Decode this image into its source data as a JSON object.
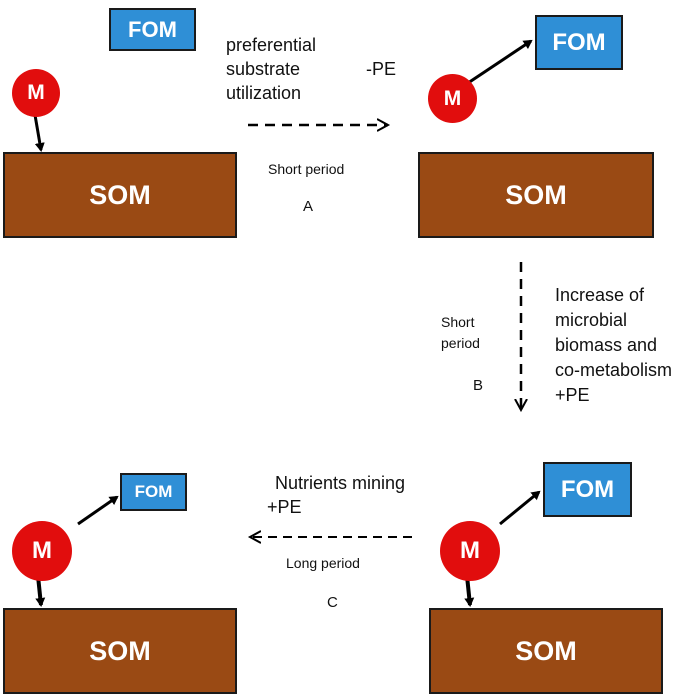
{
  "labels": {
    "som": "SOM",
    "fom": "FOM",
    "microbe": "M"
  },
  "panel_a": {
    "lines": [
      "preferential",
      "substrate",
      "utilization"
    ],
    "effect": "-PE",
    "period": "Short period",
    "letter": "A"
  },
  "panel_b": {
    "period_lines": [
      "Short",
      "period"
    ],
    "lines": [
      "Increase of",
      "microbial",
      "biomass and",
      "co-metabolism",
      "+PE"
    ],
    "letter": "B"
  },
  "panel_c": {
    "lines": [
      "Nutrients mining",
      "+PE"
    ],
    "period": "Long period",
    "letter": "C"
  },
  "colors": {
    "som": "#9a4a14",
    "fom": "#2f8fd6",
    "microbe": "#e10d0d"
  }
}
